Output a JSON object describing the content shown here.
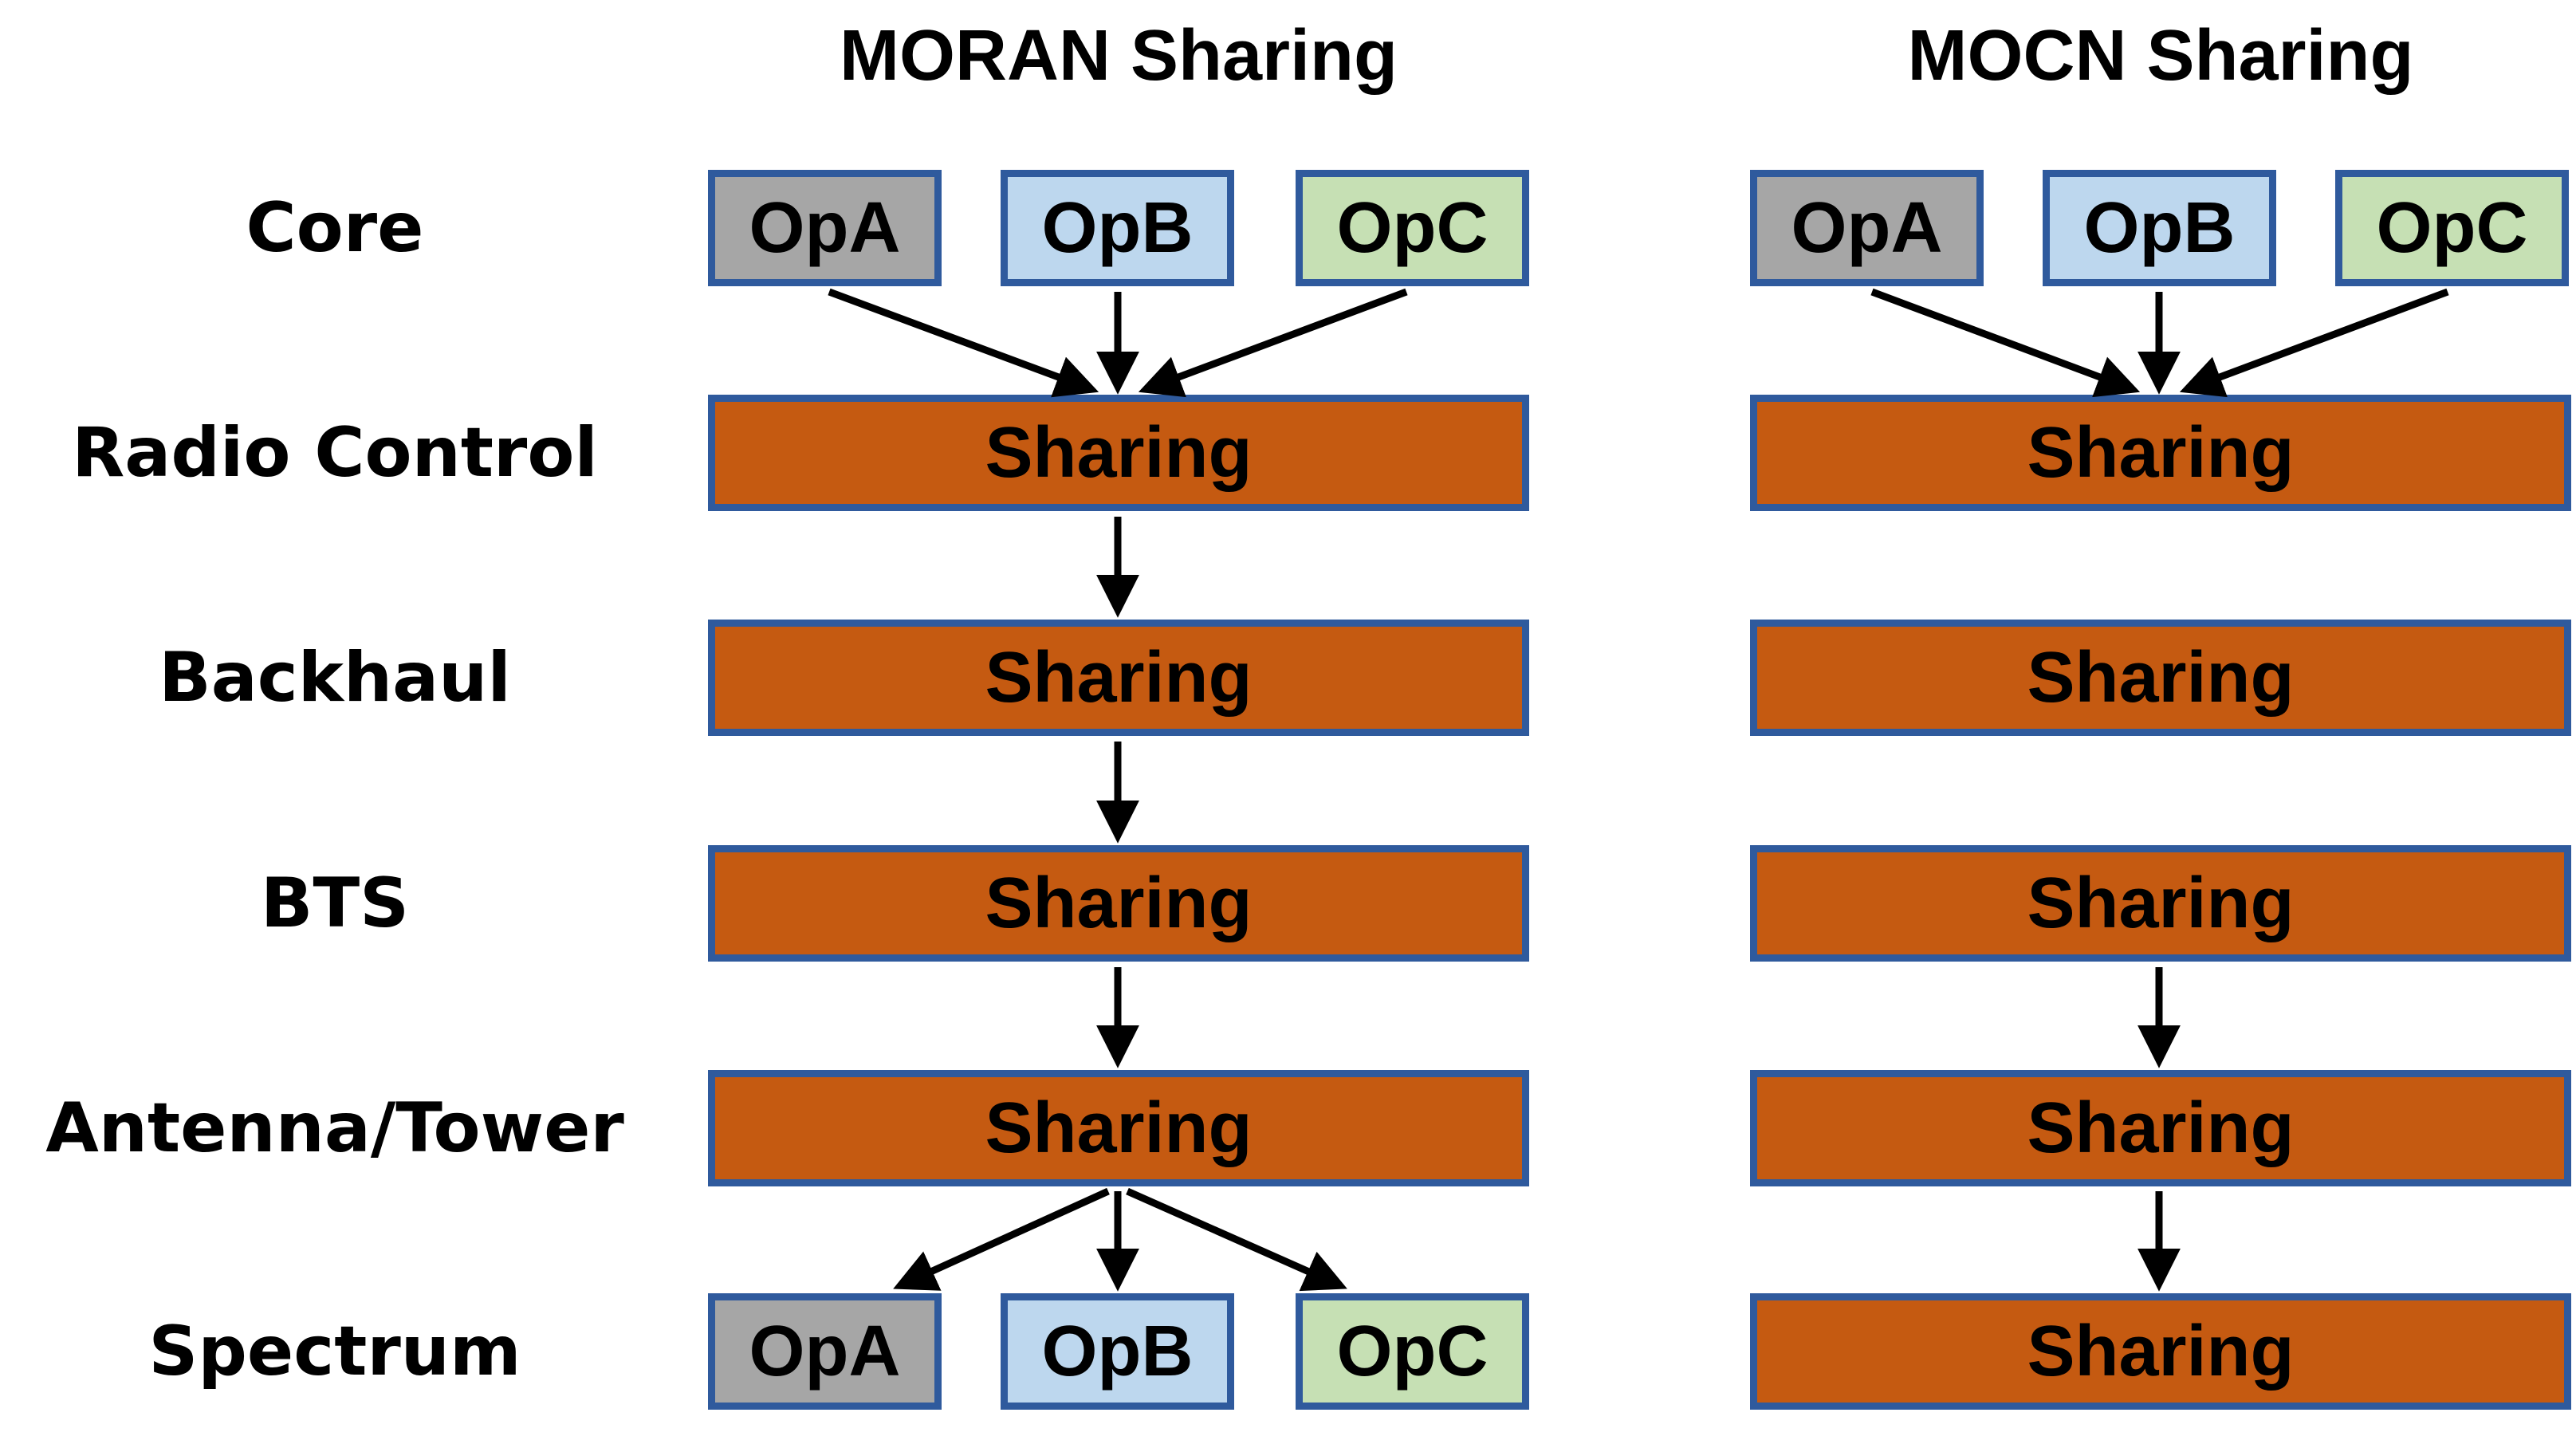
{
  "row_labels": [
    "Core",
    "Radio Control",
    "Backhaul",
    "BTS",
    "Antenna/Tower",
    "Spectrum"
  ],
  "operator_colors": {
    "OpA": "#A6A6A6",
    "OpB": "#BDD7EE",
    "OpC": "#C6E0B4"
  },
  "colors": {
    "sharing_fill": "#C55A11",
    "box_border": "#2F5A9D",
    "arrow": "#000000",
    "background": "#FFFFFF",
    "text": "#000000"
  },
  "moran": {
    "title": "MORAN Sharing",
    "core_boxes": [
      {
        "label": "OpA"
      },
      {
        "label": "OpB"
      },
      {
        "label": "OpC"
      }
    ],
    "bars": {
      "radio_control": "Sharing",
      "backhaul": "Sharing",
      "bts": "Sharing",
      "antenna_tower": "Sharing"
    },
    "spectrum_boxes": [
      {
        "label": "OpA"
      },
      {
        "label": "OpB"
      },
      {
        "label": "OpC"
      }
    ]
  },
  "mocn": {
    "title": "MOCN Sharing",
    "core_boxes": [
      {
        "label": "OpA"
      },
      {
        "label": "OpB"
      },
      {
        "label": "OpC"
      }
    ],
    "bars": {
      "radio_control": "Sharing",
      "backhaul": "Sharing",
      "bts": "Sharing",
      "antenna_tower": "Sharing",
      "spectrum": "Sharing"
    }
  }
}
